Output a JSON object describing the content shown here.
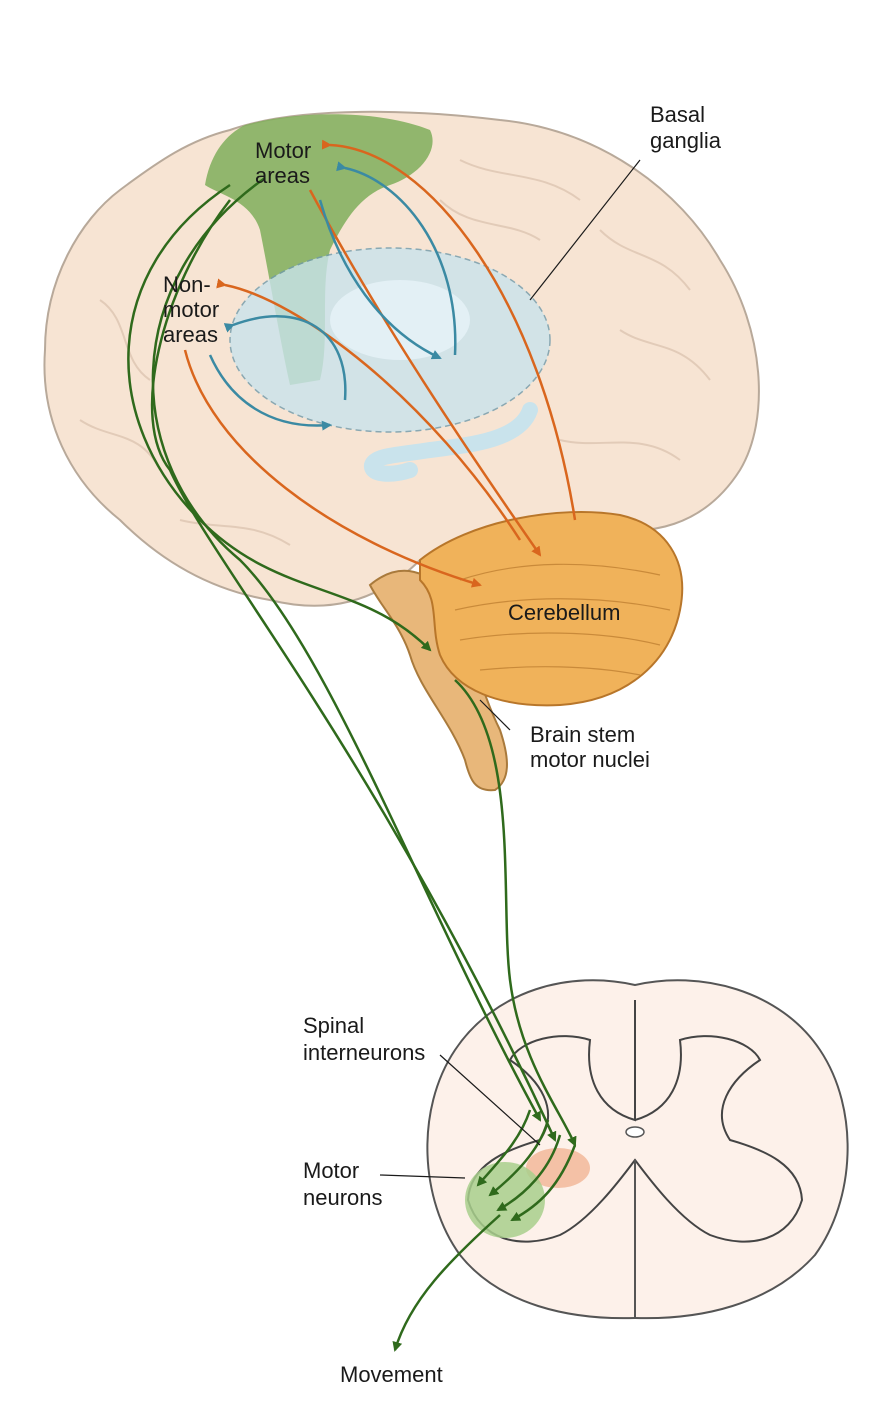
{
  "labels": {
    "motor_areas_1": "Motor",
    "motor_areas_2": "areas",
    "nonmotor_1": "Non-",
    "nonmotor_2": "motor",
    "nonmotor_3": "areas",
    "basal_ganglia_1": "Basal",
    "basal_ganglia_2": "ganglia",
    "cerebellum": "Cerebellum",
    "brainstem_1": "Brain stem",
    "brainstem_2": "motor nuclei",
    "spinal_inter_1": "Spinal",
    "spinal_inter_2": "interneurons",
    "motor_neurons_1": "Motor",
    "motor_neurons_2": "neurons",
    "movement": "Movement"
  },
  "colors": {
    "cortex": "#f7e4d3",
    "cortex_outline": "#b8a99a",
    "motor_green": "#7fae5a",
    "basal_blue": "#c9e3ec",
    "cerebellum": "#f0b25a",
    "brainstem": "#e8b77a",
    "green_path": "#2f6a1c",
    "orange_path": "#d9661e",
    "blue_path": "#3b8aa3",
    "spinal_fill": "#fdf1ea",
    "interneuron": "#f2b89a",
    "motorneuron": "#a8cf8c"
  }
}
